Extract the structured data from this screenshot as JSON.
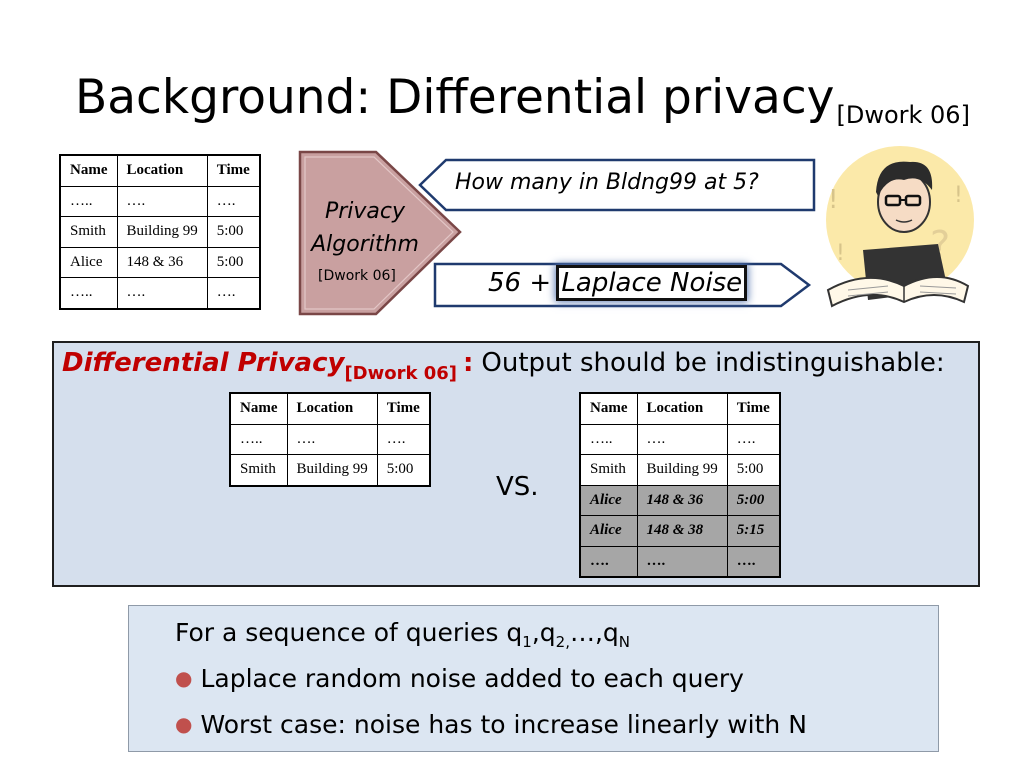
{
  "title": {
    "main": "Background: Differential privacy",
    "ref": "[Dwork 06]"
  },
  "table_main": {
    "headers": [
      "Name",
      "Location",
      "Time"
    ],
    "rows": [
      [
        "…..",
        "….",
        "…."
      ],
      [
        "Smith",
        "Building 99",
        "5:00"
      ],
      [
        "Alice",
        "148 & 36",
        "5:00"
      ],
      [
        "…..",
        "….",
        "…."
      ]
    ]
  },
  "algorithm": {
    "line1": "Privacy",
    "line2": "Algorithm",
    "ref": "[Dwork 06]"
  },
  "query": "How many in Bldng99 at 5?",
  "response": {
    "prefix": "56 + ",
    "noise": "Laplace Noise"
  },
  "dp": {
    "term": "Differential Privacy",
    "ref": "[Dwork 06]",
    "colon": ":",
    "statement": "Output should be indistinguishable:",
    "vs": "VS."
  },
  "table_left": {
    "headers": [
      "Name",
      "Location",
      "Time"
    ],
    "rows": [
      [
        "…..",
        "….",
        "…."
      ],
      [
        "Smith",
        "Building 99",
        "5:00"
      ]
    ]
  },
  "table_right": {
    "headers": [
      "Name",
      "Location",
      "Time"
    ],
    "rows": [
      [
        "…..",
        "….",
        "…."
      ],
      [
        "Smith",
        "Building 99",
        "5:00"
      ]
    ],
    "highlighted_rows": [
      [
        "Alice",
        "148 & 36",
        "5:00"
      ],
      [
        "Alice",
        "148 & 38",
        "5:15"
      ],
      [
        "….",
        "….",
        "…."
      ]
    ]
  },
  "bottom": {
    "intro_prefix": "For a sequence of queries q",
    "q1_sub": "1",
    "comma1": ",q",
    "q2_sub": "2,",
    "ellipsis": "…,q",
    "qn_sub": "N",
    "bullets": [
      "Laplace random noise added to each query",
      "Worst case: noise has to increase linearly with N"
    ]
  },
  "colors": {
    "accent_red": "#c00000",
    "arrow_fill": "#c9a0a0",
    "box_blue": "#d5dfed",
    "bullet": "#c0504d",
    "noise_glow": "#5c7bb3"
  }
}
